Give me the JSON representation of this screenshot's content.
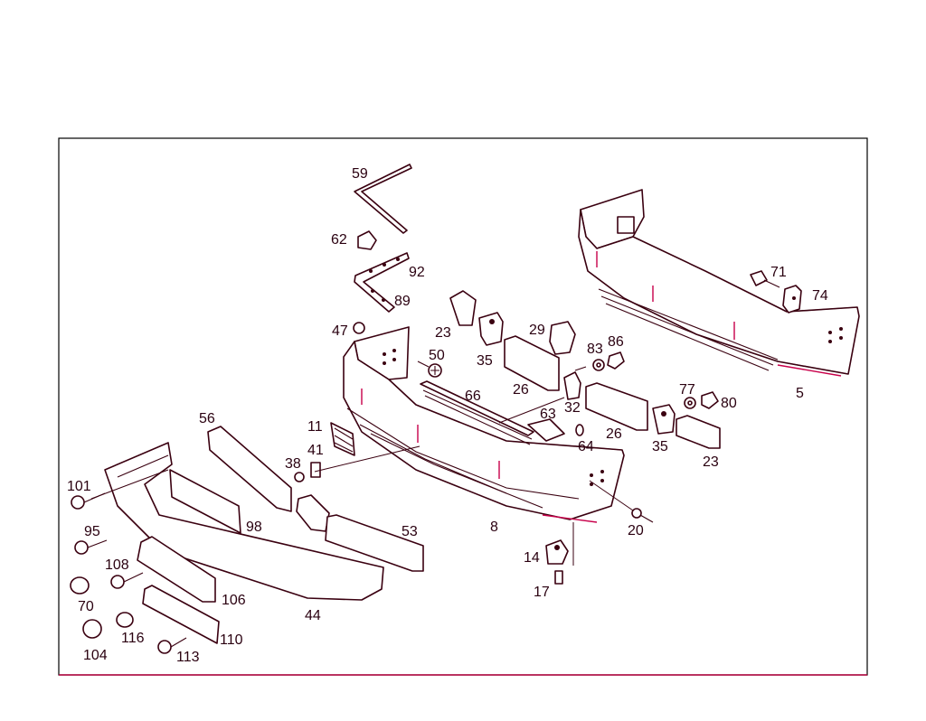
{
  "diagram": {
    "callouts": [
      "59",
      "62",
      "92",
      "89",
      "47",
      "23",
      "35",
      "29",
      "83",
      "86",
      "50",
      "66",
      "26",
      "32",
      "63",
      "64",
      "26",
      "35",
      "23",
      "77",
      "80",
      "71",
      "74",
      "5",
      "8",
      "11",
      "41",
      "38",
      "56",
      "101",
      "98",
      "95",
      "53",
      "108",
      "70",
      "106",
      "44",
      "116",
      "110",
      "113",
      "104",
      "14",
      "17",
      "20"
    ]
  },
  "colors": {
    "line": "#3a0010",
    "accent": "#c8004a",
    "frame_bottom": "#b3003c"
  }
}
